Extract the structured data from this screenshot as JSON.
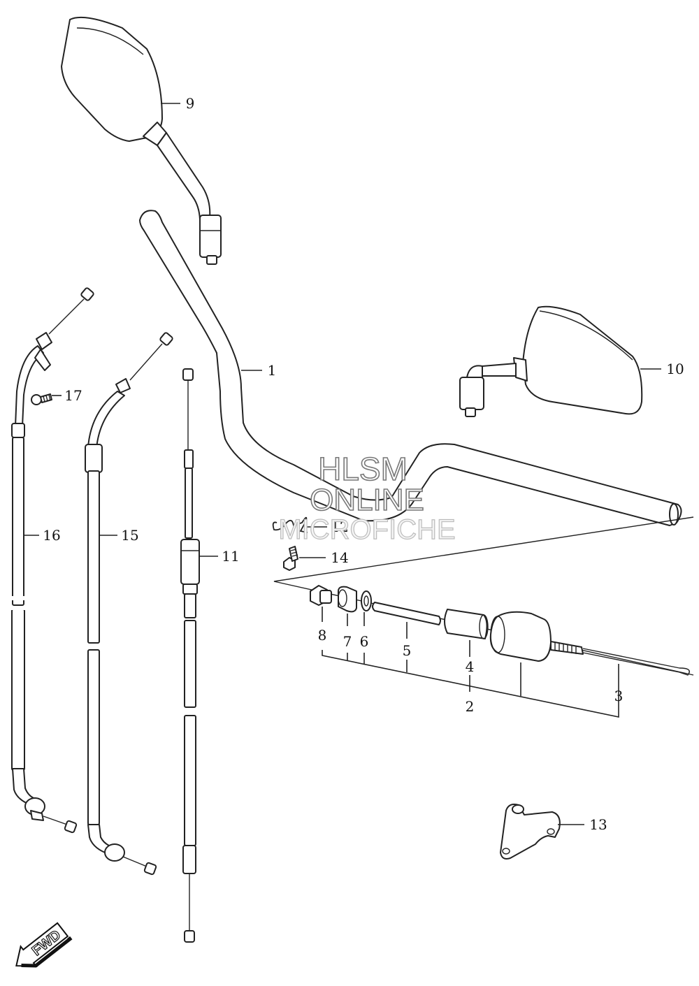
{
  "watermark": {
    "line1": "HLSM",
    "line2": "ONLINE",
    "line3": "MICROFICHE"
  },
  "direction_badge": "FWD",
  "callouts": [
    {
      "id": "c1",
      "label": "1"
    },
    {
      "id": "c2",
      "label": "2"
    },
    {
      "id": "c3",
      "label": "3"
    },
    {
      "id": "c4",
      "label": "4"
    },
    {
      "id": "c5",
      "label": "5"
    },
    {
      "id": "c6",
      "label": "6"
    },
    {
      "id": "c7",
      "label": "7"
    },
    {
      "id": "c8",
      "label": "8"
    },
    {
      "id": "c9",
      "label": "9"
    },
    {
      "id": "c10",
      "label": "10"
    },
    {
      "id": "c11",
      "label": "11"
    },
    {
      "id": "c12",
      "label": "12"
    },
    {
      "id": "c13",
      "label": "13"
    },
    {
      "id": "c14",
      "label": "14"
    },
    {
      "id": "c15",
      "label": "15"
    },
    {
      "id": "c16",
      "label": "16"
    },
    {
      "id": "c17",
      "label": "17"
    }
  ]
}
